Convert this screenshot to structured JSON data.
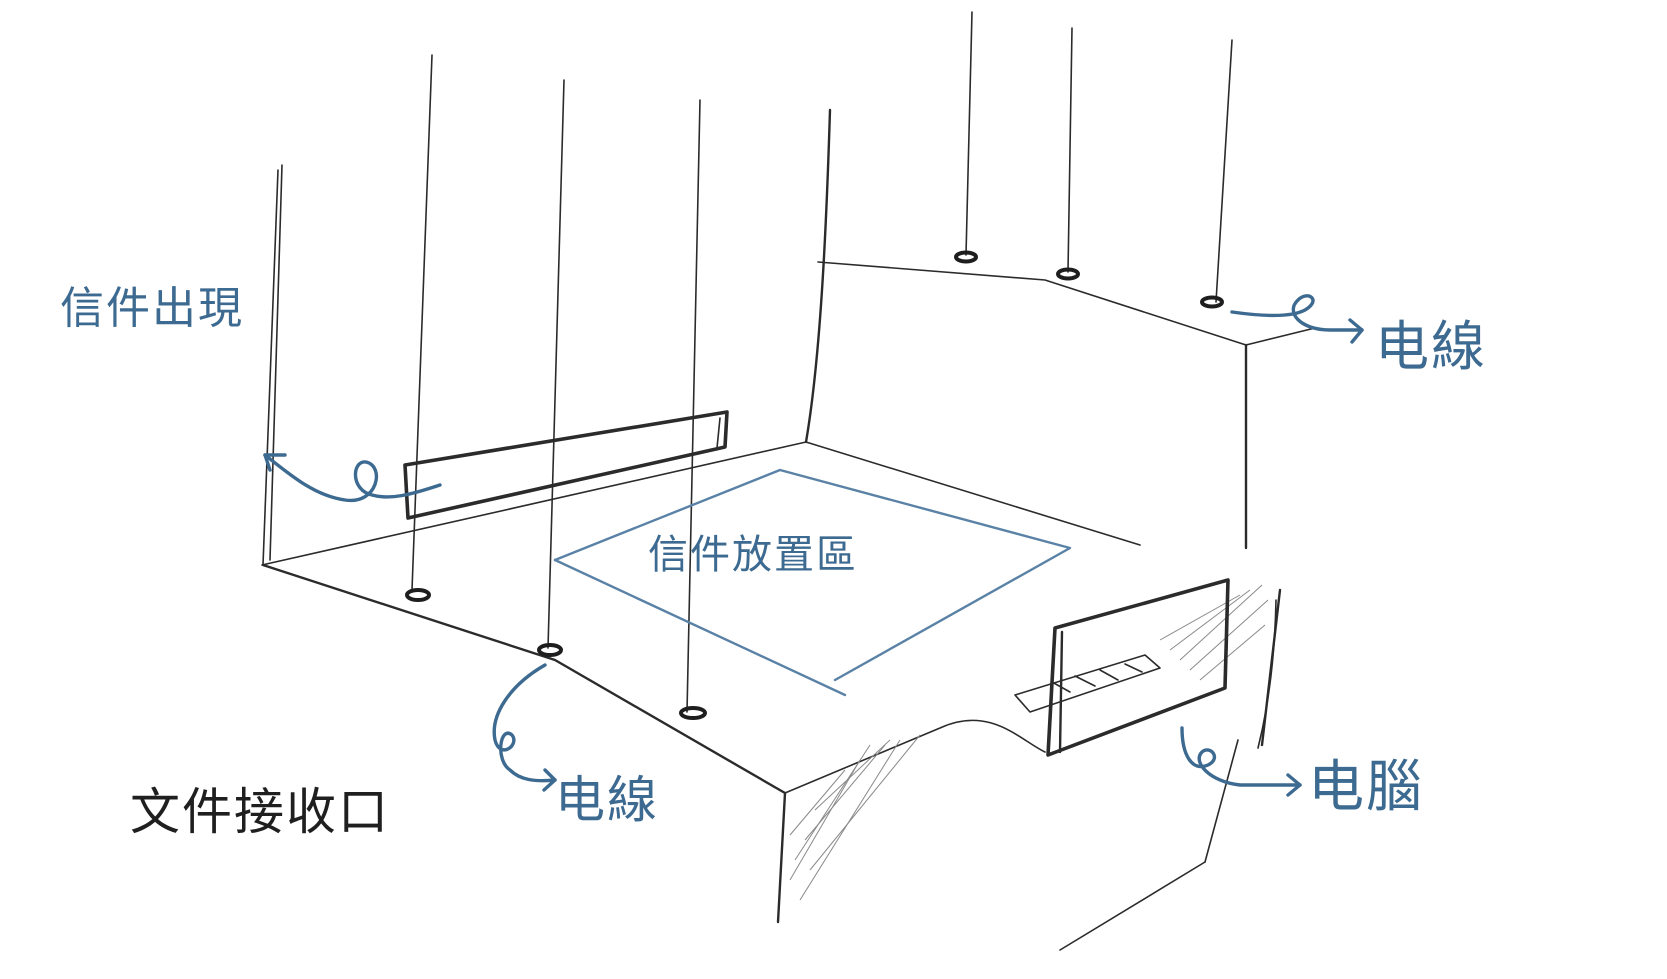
{
  "labels": {
    "letter_appear": "信件出現",
    "power_cable_right": "电線",
    "letter_area": "信件放置區",
    "power_cable_bottom": "电線",
    "document_slot": "文件接收口",
    "computer": "电腦"
  },
  "colors": {
    "annotation_blue": "#3d6a90",
    "pencil": "#2b2b2b",
    "background": "#ffffff"
  }
}
